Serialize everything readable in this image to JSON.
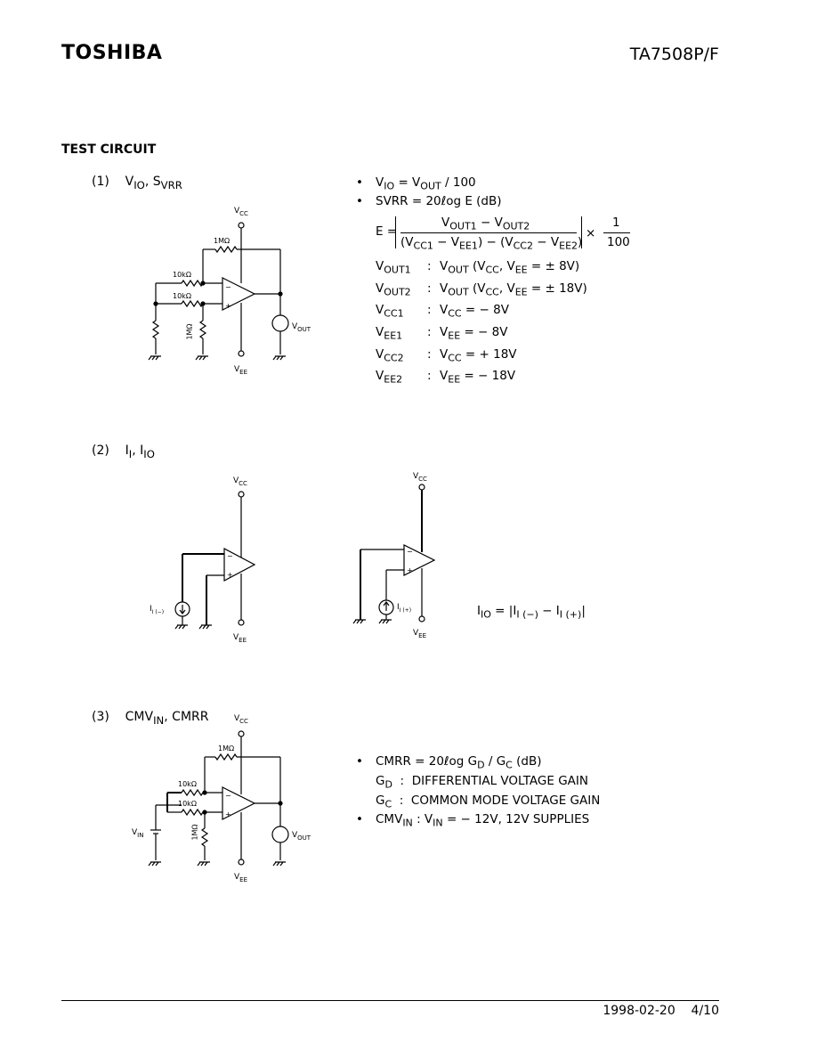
{
  "header": {
    "brand": "TOSHIBA",
    "part_number": "TA7508P/F"
  },
  "section_title": "TEST CIRCUIT",
  "circuit1": {
    "number": "(1)",
    "title_parts": [
      "V",
      "IO",
      ", S",
      "VRR"
    ],
    "labels": {
      "vcc": "V",
      "vcc_sub": "CC",
      "vee": "V",
      "vee_sub": "EE",
      "r_fb": "1MΩ",
      "r1": "10kΩ",
      "r2": "10kΩ",
      "r_gnd": "1MΩ",
      "vout": "V",
      "vout_sub": "OUT"
    },
    "equations": {
      "eq1": [
        "V",
        "IO",
        " = V",
        "OUT",
        " / 100"
      ],
      "eq2": "SVRR = 20ℓog  E (dB)",
      "e_prefix": "E =",
      "e_num": [
        "V",
        "OUT1",
        " − V",
        "OUT2"
      ],
      "e_den": [
        "(V",
        "CC1",
        " − V",
        "EE1",
        ") − (V",
        "CC2",
        " − V",
        "EE2",
        ")"
      ],
      "e_times": "×",
      "frac_num": "1",
      "frac_den": "100"
    },
    "definitions": [
      {
        "sym": "V",
        "sub": "OUT1",
        "def": [
          "V",
          "OUT",
          " (V",
          "CC",
          ", V",
          "EE",
          " = ± 8V)"
        ]
      },
      {
        "sym": "V",
        "sub": "OUT2",
        "def": [
          "V",
          "OUT",
          " (V",
          "CC",
          ", V",
          "EE",
          " = ± 18V)"
        ]
      },
      {
        "sym": "V",
        "sub": "CC1",
        "def": [
          "V",
          "CC",
          " = − 8V",
          "",
          "",
          "",
          ""
        ]
      },
      {
        "sym": "V",
        "sub": "EE1",
        "def": [
          "V",
          "EE",
          " = − 8V",
          "",
          "",
          "",
          ""
        ]
      },
      {
        "sym": "V",
        "sub": "CC2",
        "def": [
          "V",
          "CC",
          " = + 18V",
          "",
          "",
          "",
          ""
        ]
      },
      {
        "sym": "V",
        "sub": "EE2",
        "def": [
          "V",
          "EE",
          " = − 18V",
          "",
          "",
          "",
          ""
        ]
      }
    ]
  },
  "circuit2": {
    "number": "(2)",
    "title_parts": [
      "I",
      "I",
      ", I",
      "IO"
    ],
    "labels": {
      "vcc": "V",
      "vcc_sub": "CC",
      "vee": "V",
      "vee_sub": "EE",
      "i_minus": "I",
      "i_minus_sub": "I (−)",
      "i_plus": "I",
      "i_plus_sub": "I (+)"
    },
    "equation": [
      "I",
      "IO",
      " = |I",
      "I (−)",
      " − I",
      "I (+)",
      "|"
    ]
  },
  "circuit3": {
    "number": "(3)",
    "title_parts": [
      "CMV",
      "IN",
      ", CMRR"
    ],
    "labels": {
      "vcc": "V",
      "vcc_sub": "CC",
      "vee": "V",
      "vee_sub": "EE",
      "r_fb": "1MΩ",
      "r1": "10kΩ",
      "r2": "10kΩ",
      "r_gnd": "1MΩ",
      "vin": "V",
      "vin_sub": "IN",
      "vout": "V",
      "vout_sub": "OUT"
    },
    "equations": {
      "eq1": [
        "CMRR = 20ℓog  G",
        "D",
        " / G",
        "C",
        " (dB)"
      ],
      "gd": [
        "G",
        "D",
        ":",
        "DIFFERENTIAL VOLTAGE GAIN"
      ],
      "gc": [
        "G",
        "C",
        ":",
        "COMMON MODE VOLTAGE GAIN"
      ],
      "eq4": [
        "CMV",
        "IN",
        " : V",
        "IN",
        " = − 12V, 12V SUPPLIES"
      ]
    }
  },
  "footer": {
    "date": "1998-02-20",
    "page": "4/10"
  }
}
